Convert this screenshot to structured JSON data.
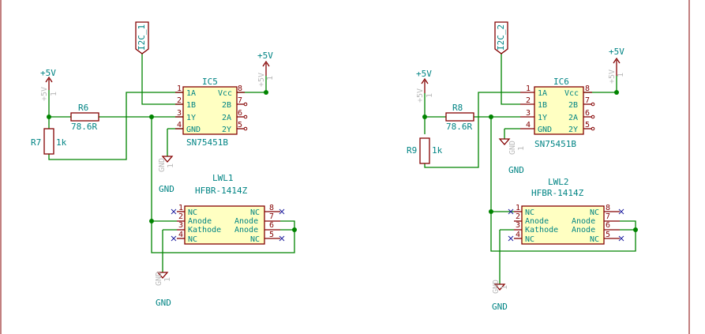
{
  "colors": {
    "wire": "#008400",
    "component": "#840000",
    "text": "#008484",
    "body_fill": "#ffffc2"
  },
  "left": {
    "label_i2c": "I2C_1",
    "pwr_top": "+5V",
    "pwr_top_ref": "+5V",
    "pwr_top_val": "1",
    "pwr_left": "+5V",
    "pwr_left_ref": "+5V",
    "pwr_left_val": "1",
    "r_series_ref": "R6",
    "r_series_val": "78.6R",
    "r_pull_ref": "R7",
    "r_pull_val": "1k",
    "ic_ref": "IC5",
    "ic_val": "SN75451B",
    "ic_pins_left": [
      "1A",
      "1B",
      "1Y",
      "GND"
    ],
    "ic_pins_right": [
      "Vcc",
      "2B",
      "2A",
      "2Y"
    ],
    "ic_nums_left": [
      "1",
      "2",
      "3",
      "4"
    ],
    "ic_nums_right": [
      "8",
      "7",
      "6",
      "5"
    ],
    "gnd1": "GND",
    "gnd1_ref": "GND",
    "gnd1_val": "1",
    "led_ref": "LWL1",
    "led_val": "HFBR-1414Z",
    "led_pins_left": [
      "NC",
      "Anode",
      "Kathode",
      "NC"
    ],
    "led_pins_right": [
      "NC",
      "Anode",
      "Anode",
      "NC"
    ],
    "led_nums_left": [
      "1",
      "2",
      "3",
      "4"
    ],
    "led_nums_right": [
      "8",
      "7",
      "6",
      "5"
    ],
    "gnd2": "GND",
    "gnd2_ref": "GND",
    "gnd2_val": "1"
  },
  "right": {
    "label_i2c": "I2C_2",
    "pwr_top": "+5V",
    "pwr_top_ref": "+5V",
    "pwr_top_val": "1",
    "pwr_left": "+5V",
    "pwr_left_ref": "+5V",
    "pwr_left_val": "1",
    "r_series_ref": "R8",
    "r_series_val": "78.6R",
    "r_pull_ref": "R9",
    "r_pull_val": "1k",
    "ic_ref": "IC6",
    "ic_val": "SN75451B",
    "ic_pins_left": [
      "1A",
      "1B",
      "1Y",
      "GND"
    ],
    "ic_pins_right": [
      "Vcc",
      "2B",
      "2A",
      "2Y"
    ],
    "ic_nums_left": [
      "1",
      "2",
      "3",
      "4"
    ],
    "ic_nums_right": [
      "8",
      "7",
      "6",
      "5"
    ],
    "gnd1": "GND",
    "gnd1_ref": "GND",
    "gnd1_val": "1",
    "led_ref": "LWL2",
    "led_val": "HFBR-1414Z",
    "led_pins_left": [
      "NC",
      "Anode",
      "Kathode",
      "NC"
    ],
    "led_pins_right": [
      "NC",
      "Anode",
      "Anode",
      "NC"
    ],
    "led_nums_left": [
      "1",
      "2",
      "3",
      "4"
    ],
    "led_nums_right": [
      "8",
      "7",
      "6",
      "5"
    ],
    "gnd2": "GND",
    "gnd2_ref": "GND",
    "gnd2_val": "1"
  }
}
